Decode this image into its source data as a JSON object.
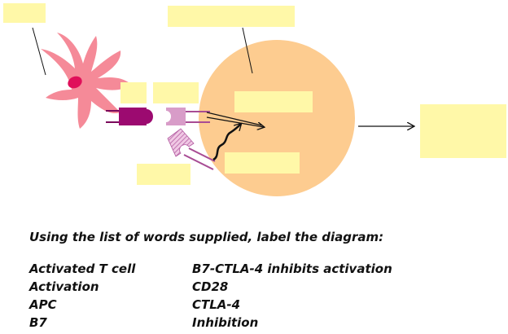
{
  "instruction": "Using the list of words supplied, label the diagram:",
  "word_list": {
    "left": [
      "Activated T cell",
      "Activation",
      "APC",
      "B7"
    ],
    "right": [
      "B7-CTLA-4 inhibits activation",
      "CD28",
      "CTLA-4",
      "Inhibition"
    ]
  },
  "colors": {
    "label_box": "#fff8a8",
    "apc_cell": "#f58a98",
    "apc_nucleus": "#e0105a",
    "t_cell": "#fdcc90",
    "b7_molecule": "#9c0a70",
    "cd28_receptor": "#d89cc8",
    "ctla4_receptor": "#f0c8e4",
    "stem_dark": "#7a0a5c",
    "stem_light": "#a84c94"
  }
}
